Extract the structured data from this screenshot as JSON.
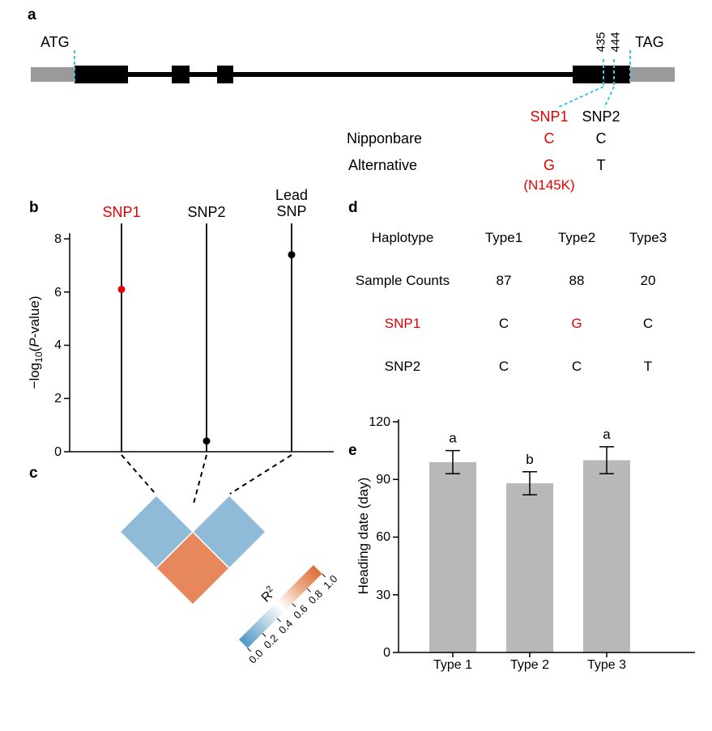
{
  "figure": {
    "panel_labels": {
      "a": "a",
      "b": "b",
      "c": "c",
      "d": "d",
      "e": "e"
    }
  },
  "colors": {
    "red": "#e60000",
    "cyan": "#3cc6e6",
    "utr_gray": "#9a9a9a",
    "bar_gray": "#b8b8b8",
    "ld_blue": "#8fbbd9",
    "ld_orange": "#e6885c"
  },
  "panel_a": {
    "start_codon": "ATG",
    "stop_codon": "TAG",
    "snp_positions": [
      "435",
      "444"
    ],
    "snp1_label": "SNP1",
    "snp2_label": "SNP2",
    "rows": [
      {
        "name": "Nipponbare",
        "snp1": "C",
        "snp2": "C"
      },
      {
        "name": "Alternative",
        "snp1": "G",
        "snp2": "T"
      }
    ],
    "aa_change": "(N145K)"
  },
  "panel_b": {
    "col_snp1": "SNP1",
    "col_snp2": "SNP2",
    "lead_line1": "Lead",
    "lead_line2": "SNP",
    "ylabel_parts": {
      "m1": "−log",
      "sub": "10",
      "m2": "(",
      "p": "P",
      "m3": "-value)"
    }
  },
  "panel_c": {
    "legend_base": "R",
    "legend_sup": "2"
  },
  "panel_d": {
    "rows": [
      [
        "Haplotype",
        "Type1",
        "Type2",
        "Type3"
      ],
      [
        "Sample Counts",
        "87",
        "88",
        "20"
      ],
      [
        "SNP1",
        "C",
        "G",
        "C"
      ],
      [
        "SNP2",
        "C",
        "C",
        "T"
      ]
    ]
  },
  "panel_e": {
    "ylabel": "Heading date (day)"
  },
  "chart_data": [
    {
      "panel": "b",
      "type": "scatter",
      "ylabel": "-log10(P-value)",
      "ylim": [
        0,
        8.5
      ],
      "yticks": [
        0,
        2,
        4,
        6,
        8
      ],
      "points": [
        {
          "label": "SNP1",
          "value": 6.1,
          "color": "#e60000"
        },
        {
          "label": "SNP2",
          "value": 0.4,
          "color": "#000000"
        },
        {
          "label": "Lead SNP",
          "value": 7.4,
          "color": "#000000"
        }
      ]
    },
    {
      "panel": "c",
      "type": "heatmap",
      "legend_label": "R²",
      "scale_range": [
        0.0,
        1.0
      ],
      "scale_ticks": [
        "0.0",
        "0.2",
        "0.4",
        "0.6",
        "0.8",
        "1.0"
      ],
      "pairs": [
        {
          "pair": "SNP1-SNP2",
          "r2": 0.2,
          "color": "#8fbbd9"
        },
        {
          "pair": "SNP2-LeadSNP",
          "r2": 0.2,
          "color": "#8fbbd9"
        },
        {
          "pair": "SNP1-LeadSNP",
          "r2": 0.85,
          "color": "#e6885c"
        }
      ]
    },
    {
      "panel": "e",
      "type": "bar",
      "categories": [
        "Type 1",
        "Type 2",
        "Type 3"
      ],
      "values": [
        99,
        88,
        100
      ],
      "errors": [
        6,
        6,
        7
      ],
      "letters": [
        "a",
        "b",
        "a"
      ],
      "ylabel": "Heading date (day)",
      "ylim": [
        0,
        120
      ],
      "yticks": [
        0,
        30,
        60,
        90,
        120
      ],
      "bar_color": "#b8b8b8"
    }
  ]
}
